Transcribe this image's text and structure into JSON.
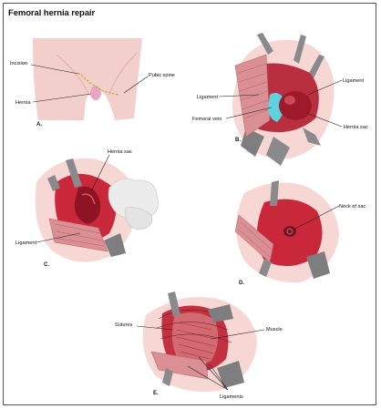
{
  "title": "Femoral hernia repair",
  "colors": {
    "skin_halo": "#f6d7d3",
    "tissue_red": "#c8283a",
    "tissue_dark": "#7a1020",
    "muscle": "#d36a72",
    "instrument": "#8a8a8c",
    "vein": "#5fd2de"
  },
  "panels": {
    "a": {
      "letter": "A.",
      "labels": {
        "incision": "Incision",
        "hernia": "Hernia",
        "pubic_spine": "Pubic spine"
      }
    },
    "b": {
      "letter": "B.",
      "labels": {
        "ligament_left": "Ligament",
        "ligament_right": "Ligament",
        "femoral_vein": "Femoral vein",
        "hernia_sac": "Hernia sac"
      }
    },
    "c": {
      "letter": "C.",
      "labels": {
        "hernia_sac": "Hernia sac",
        "ligament": "Ligament"
      }
    },
    "d": {
      "letter": "D.",
      "labels": {
        "neck_of_sac": "Neck of sac"
      }
    },
    "e": {
      "letter": "E.",
      "labels": {
        "sutures": "Sutures",
        "muscle": "Muscle",
        "ligaments": "Ligaments"
      }
    }
  }
}
